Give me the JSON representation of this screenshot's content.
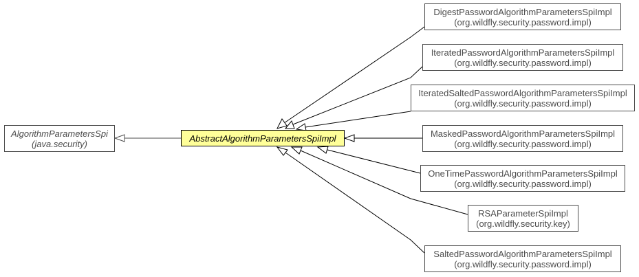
{
  "colors": {
    "focus_fill": "#ffff99",
    "edge": "#000000",
    "super_edge": "#4d4d4d",
    "box_border": "#4a4a4a"
  },
  "superclass": {
    "name": "AlgorithmParametersSpi",
    "package": "(java.security)"
  },
  "focus": {
    "name": "AbstractAlgorithmParametersSpiImpl"
  },
  "subclasses": [
    {
      "name": "DigestPasswordAlgorithmParametersSpiImpl",
      "package": "(org.wildfly.security.password.impl)"
    },
    {
      "name": "IteratedPasswordAlgorithmParametersSpiImpl",
      "package": "(org.wildfly.security.password.impl)"
    },
    {
      "name": "IteratedSaltedPasswordAlgorithmParametersSpiImpl",
      "package": "(org.wildfly.security.password.impl)"
    },
    {
      "name": "MaskedPasswordAlgorithmParametersSpiImpl",
      "package": "(org.wildfly.security.password.impl)"
    },
    {
      "name": "OneTimePasswordAlgorithmParametersSpiImpl",
      "package": "(org.wildfly.security.password.impl)"
    },
    {
      "name": "RSAParameterSpiImpl",
      "package": "(org.wildfly.security.key)"
    },
    {
      "name": "SaltedPasswordAlgorithmParametersSpiImpl",
      "package": "(org.wildfly.security.password.impl)"
    }
  ]
}
